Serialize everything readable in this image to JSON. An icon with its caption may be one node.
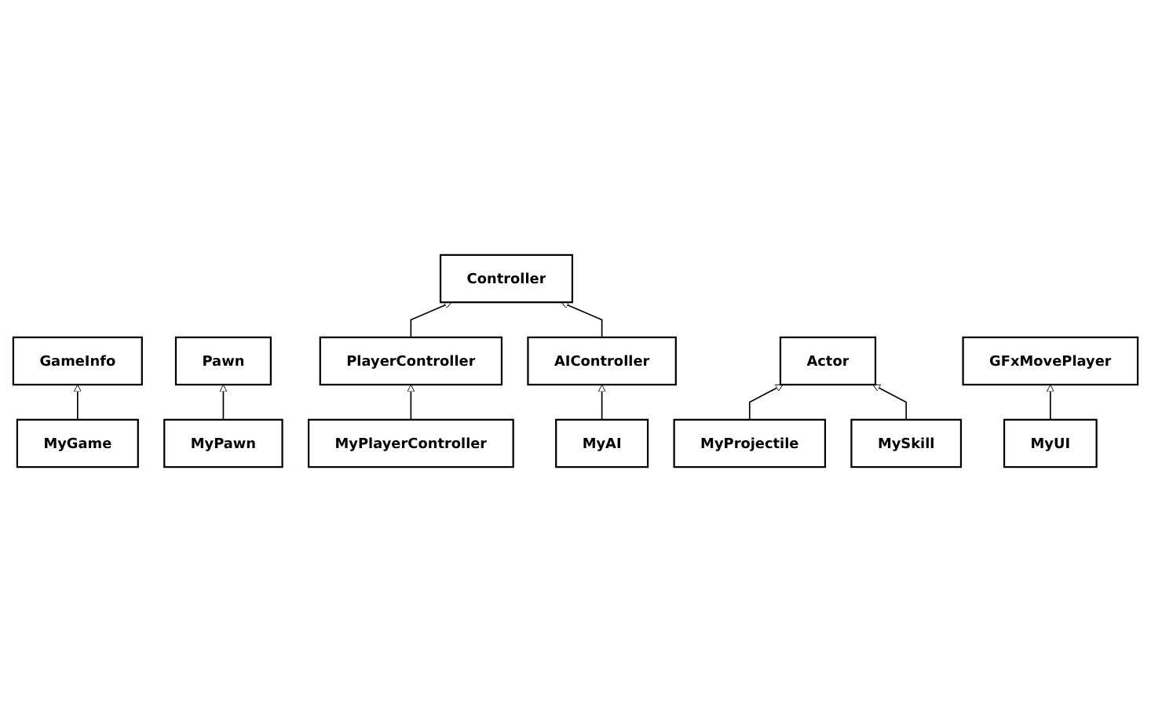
{
  "diagram": {
    "nodes": [
      {
        "text": [
          "GameInfo"
        ]
      },
      {
        "text": [
          "Controller"
        ]
      },
      {
        "text": [
          "Pawn"
        ]
      },
      {
        "text": [
          "MyGame"
        ]
      },
      {
        "text": [
          "PlayerController"
        ]
      },
      {
        "text": [
          "AIController"
        ]
      },
      {
        "text": [
          "MyPlayerController"
        ]
      },
      {
        "text": [
          "MyAI"
        ]
      },
      {
        "text": [
          "MyPawn"
        ]
      },
      {
        "text": [
          "Actor"
        ]
      },
      {
        "text": [
          "GFxMovePlayer"
        ]
      },
      {
        "text": [
          "MyProjectile"
        ]
      },
      {
        "text": [
          "MySkill"
        ]
      },
      {
        "text": [
          "MyUI"
        ]
      }
    ],
    "edges": [
      {
        "from": 3,
        "to": 0,
        "arrow": "to"
      },
      {
        "from": 4,
        "to": 1,
        "arrow": "to"
      },
      {
        "from": 5,
        "to": 1,
        "arrow": "to"
      },
      {
        "from": 6,
        "to": 4,
        "arrow": "to"
      },
      {
        "from": 7,
        "to": 5,
        "arrow": "to"
      },
      {
        "from": 8,
        "to": 2,
        "arrow": "to"
      },
      {
        "from": 11,
        "to": 9,
        "arrow": "to"
      },
      {
        "from": 12,
        "to": 9,
        "arrow": "to"
      },
      {
        "from": 13,
        "to": 10,
        "arrow": "to"
      }
    ]
  }
}
